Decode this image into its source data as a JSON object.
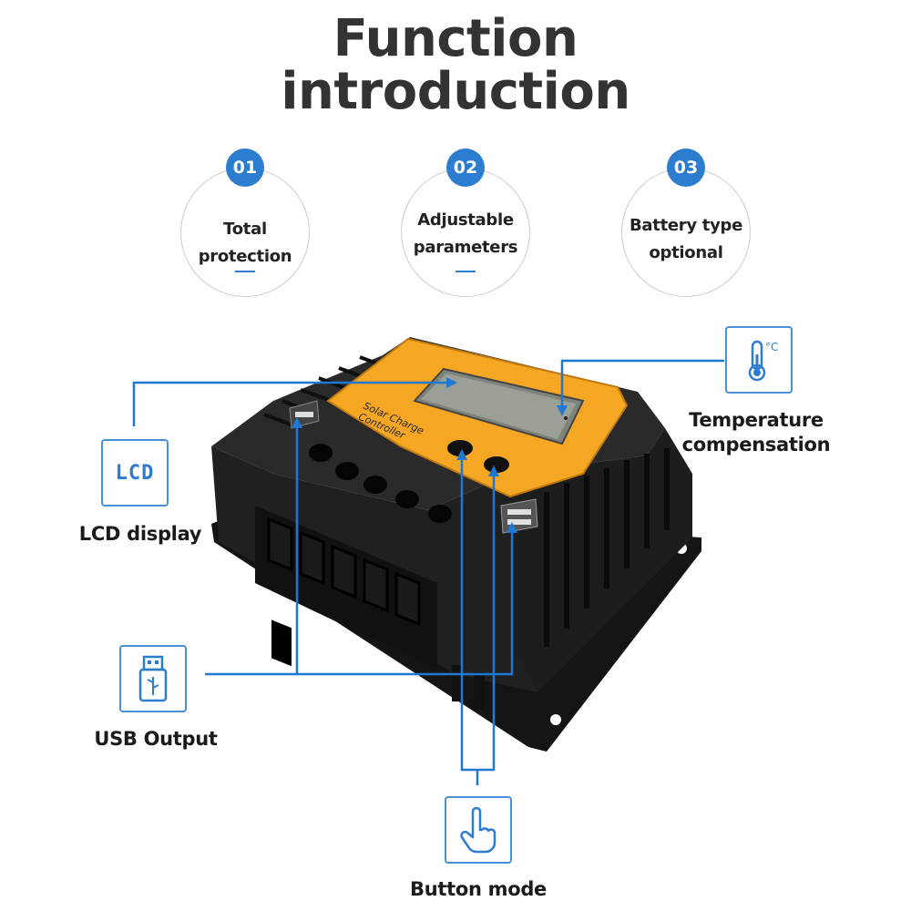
{
  "title": {
    "line1": "Function",
    "line2": "introduction"
  },
  "features": [
    {
      "number": "01",
      "line1": "Total",
      "line2": "protection"
    },
    {
      "number": "02",
      "line1": "Adjustable",
      "line2": "parameters"
    },
    {
      "number": "03",
      "line1": "Battery type",
      "line2": "optional"
    }
  ],
  "device": {
    "panel_text_line1": "Solar Charge",
    "panel_text_line2": "Controller"
  },
  "callouts": {
    "lcd": {
      "icon_text": "LCD",
      "label": "LCD display",
      "icon": "lcd-icon"
    },
    "temperature": {
      "icon_text": "°C",
      "label_line1": "Temperature",
      "label_line2": "compensation",
      "icon": "thermometer-icon"
    },
    "usb": {
      "label": "USB Output",
      "icon": "usb-icon"
    },
    "button": {
      "label": "Button mode",
      "icon": "finger-press-icon"
    }
  },
  "colors": {
    "accent": "#2c7dcf",
    "callout_line": "#1f78d1",
    "panel": "#f5a623",
    "body": "#1c1c1c"
  }
}
